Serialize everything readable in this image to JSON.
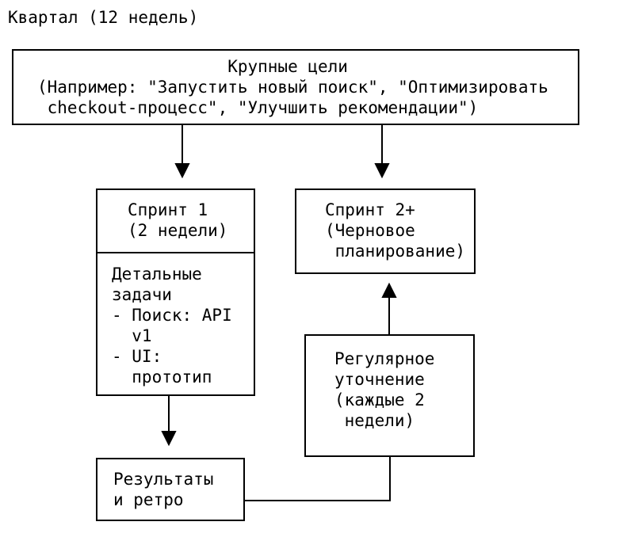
{
  "colors": {
    "background": "#ffffff",
    "line": "#000000",
    "text": "#000000"
  },
  "diagram": {
    "title": "Квартал (12 недель)",
    "goals_box": {
      "text": "                   Крупные цели\n(Например: \"Запустить новый поиск\", \"Оптимизировать\n checkout-процесс\", \"Улучшить рекомендации\")"
    },
    "sprint1_box": {
      "header": "Спринт 1\n(2 недели)",
      "body": "Детальные\nзадачи\n- Поиск: API\n  v1\n- UI:\n  прототип"
    },
    "sprint2_box": {
      "text": "Спринт 2+\n(Черновое\n планирование)"
    },
    "refinement_box": {
      "text": "Регулярное\nуточнение\n(каждые 2\n недели)"
    },
    "results_box": {
      "text": "Результаты\nи ретро"
    }
  }
}
